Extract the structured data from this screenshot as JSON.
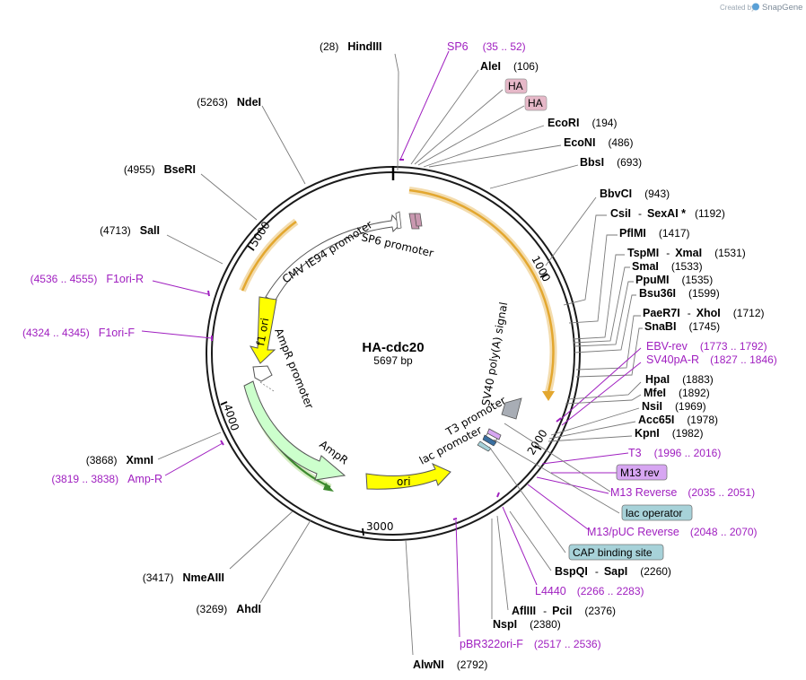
{
  "credit": {
    "prefix": "Created by",
    "brand": "SnapGene"
  },
  "plasmid": {
    "name": "HA-cdc20",
    "size": "5697 bp"
  },
  "ticks": {
    "t1000": "1000",
    "t2000": "2000",
    "t3000": "3000",
    "t4000": "4000",
    "t5000": "5000"
  },
  "features": {
    "cmv": "CMV IE94 promoter",
    "sp6p": "SP6 promoter",
    "svpa": "SV40 poly(A) signal",
    "t3p": "T3 promoter",
    "lacp": "lac promoter",
    "ori": "ori",
    "ampr": "AmpR",
    "amprp": "AmpR promoter",
    "f1": "f1 ori"
  },
  "sites": {
    "hindiii": {
      "pos": "(28)",
      "name": "HindIII"
    },
    "alei": {
      "name": "AleI",
      "pos": "(106)"
    },
    "ecori": {
      "name": "EcoRI",
      "pos": "(194)"
    },
    "econi": {
      "name": "EcoNI",
      "pos": "(486)"
    },
    "bbsi": {
      "name": "BbsI",
      "pos": "(693)"
    },
    "bbvci": {
      "name": "BbvCI",
      "pos": "(943)"
    },
    "csii": {
      "name": "CsiI",
      "sep": "-",
      "name2": "SexAI *",
      "pos": "(1192)"
    },
    "pflmi": {
      "name": "PflMI",
      "pos": "(1417)"
    },
    "tspmi": {
      "name": "TspMI",
      "sep": "-",
      "name2": "XmaI",
      "pos": "(1531)"
    },
    "smai": {
      "name": "SmaI",
      "pos": "(1533)"
    },
    "ppumi": {
      "name": "PpuMI",
      "pos": "(1535)"
    },
    "bsu36i": {
      "name": "Bsu36I",
      "pos": "(1599)"
    },
    "paer7i": {
      "name": "PaeR7I",
      "sep": "-",
      "name2": "XhoI",
      "pos": "(1712)"
    },
    "snabi": {
      "name": "SnaBI",
      "pos": "(1745)"
    },
    "hpai": {
      "name": "HpaI",
      "pos": "(1883)"
    },
    "mfei": {
      "name": "MfeI",
      "pos": "(1892)"
    },
    "nsii": {
      "name": "NsiI",
      "pos": "(1969)"
    },
    "acc65i": {
      "name": "Acc65I",
      "pos": "(1978)"
    },
    "kpni": {
      "name": "KpnI",
      "pos": "(1982)"
    },
    "bspqi": {
      "name": "BspQI",
      "sep": "-",
      "name2": "SapI",
      "pos": "(2260)"
    },
    "afliii": {
      "name": "AflIII",
      "sep": "-",
      "name2": "PciI",
      "pos": "(2376)"
    },
    "nspi": {
      "name": "NspI",
      "pos": "(2380)"
    },
    "alwni": {
      "name": "AlwNI",
      "pos": "(2792)"
    },
    "ahdi": {
      "pos": "(3269)",
      "name": "AhdI"
    },
    "nmeaiii": {
      "pos": "(3417)",
      "name": "NmeAIII"
    },
    "xmni": {
      "pos": "(3868)",
      "name": "XmnI"
    },
    "sali": {
      "pos": "(4713)",
      "name": "SalI"
    },
    "bseri": {
      "pos": "(4955)",
      "name": "BseRI"
    },
    "ndei": {
      "pos": "(5263)",
      "name": "NdeI"
    }
  },
  "primers": {
    "sp6": {
      "name": "SP6",
      "range": "(35 .. 52)"
    },
    "ebvrev": {
      "name": "EBV-rev",
      "range": "(1773 .. 1792)"
    },
    "sv40par": {
      "name": "SV40pA-R",
      "range": "(1827 .. 1846)"
    },
    "t3": {
      "name": "T3",
      "range": "(1996 .. 2016)"
    },
    "m13reverse": {
      "name": "M13 Reverse",
      "range": "(2035 .. 2051)"
    },
    "m13puc": {
      "name": "M13/pUC Reverse",
      "range": "(2048 .. 2070)"
    },
    "l4440": {
      "name": "L4440",
      "range": "(2266 .. 2283)"
    },
    "pbr322": {
      "name": "pBR322ori-F",
      "range": "(2517 .. 2536)"
    },
    "ampr": {
      "range": "(3819 .. 3838)",
      "name": "Amp-R"
    },
    "f1orif": {
      "range": "(4324 .. 4345)",
      "name": "F1ori-F"
    },
    "f1orir": {
      "range": "(4536 .. 4555)",
      "name": "F1ori-R"
    }
  },
  "boxes": {
    "ha1": "HA",
    "ha2": "HA",
    "m13rev": "M13 rev",
    "lacop": "lac operator",
    "cap": "CAP binding site"
  },
  "colors": {
    "backbone": "#1a1a1a",
    "orf_orange": "#e3a72f",
    "ori_yellow": "#ffff00",
    "ampr_green": "#ccffcc",
    "primer_purple": "#a020c0",
    "ha_pink": "#e6b8c8",
    "lac_teal": "#a7d2d9",
    "m13_violet": "#d7a6f2"
  }
}
